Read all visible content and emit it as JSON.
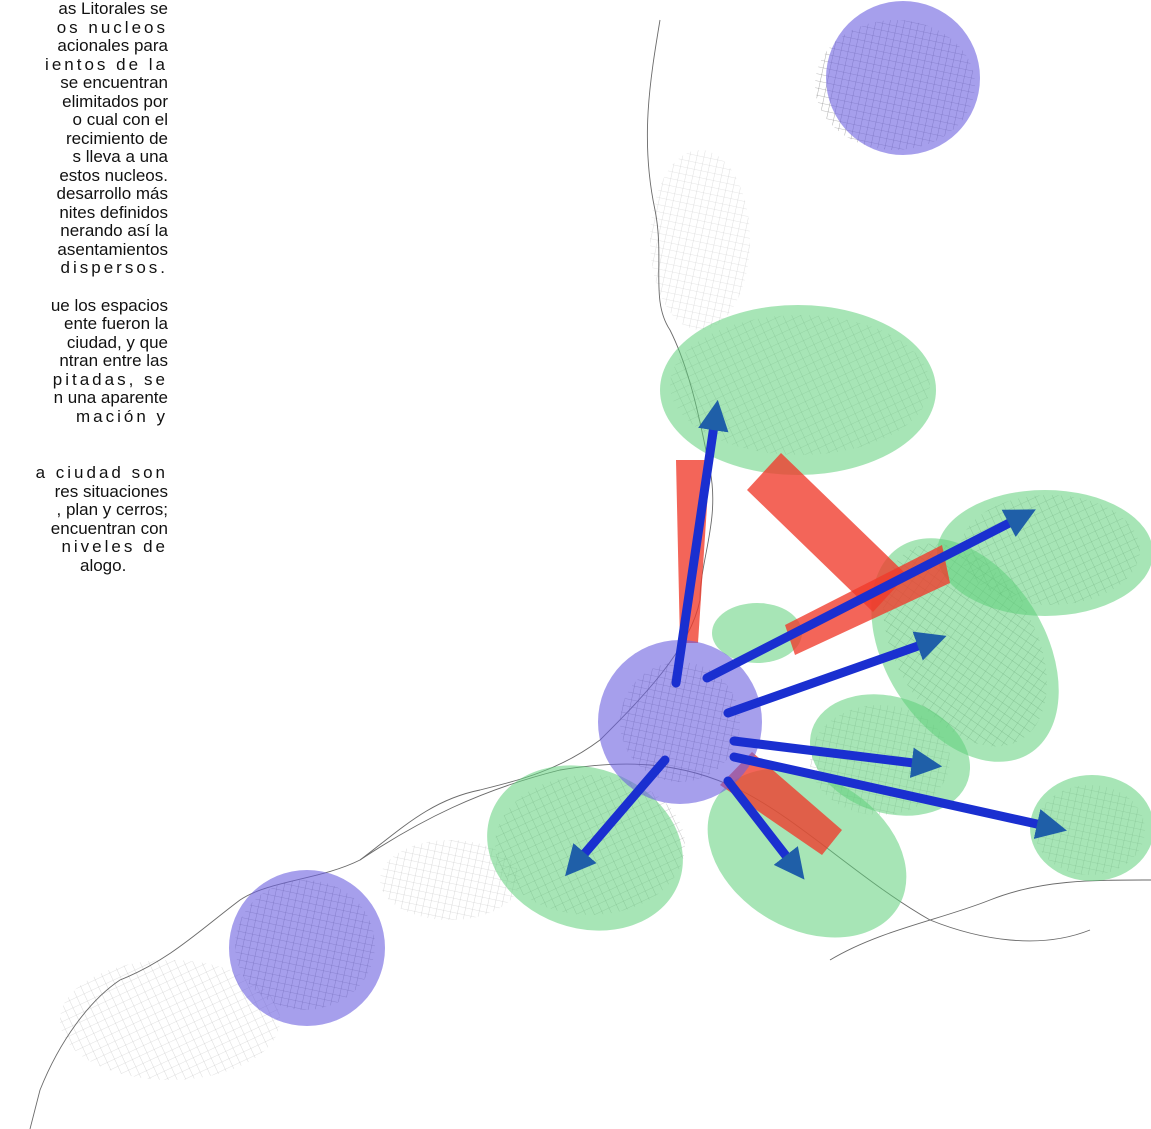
{
  "text": {
    "paragraph1": [
      "as Litorales se",
      "os   nucleos",
      "acionales para",
      "ientos  de  la",
      "se encuentran",
      "elimitados por",
      "o  cual  con  el",
      "recimiento de",
      "s  lleva  a  una",
      "estos nucleos.",
      "desarrollo más",
      "nites definidos",
      "nerando así la",
      "asentamientos",
      "dispersos."
    ],
    "paragraph2": [
      "ue los espacios",
      "ente fueron la",
      "ciudad, y que",
      "ntran entre las",
      "pitadas,   se",
      "n una aparente",
      "mación    y"
    ],
    "paragraph3": [
      "a  ciudad  son",
      "res situaciones",
      ", plan y cerros;",
      "encuentran con",
      "niveles   de",
      "alogo."
    ]
  },
  "colors": {
    "centro_azul": "#6b5fe0",
    "zona_verde": "#5fd07a",
    "franja_roja": "#f03a2a",
    "flecha_azul": "#1a2fd0",
    "punta_flecha": "#1f5fa8",
    "calles": "#6a6a6a"
  }
}
